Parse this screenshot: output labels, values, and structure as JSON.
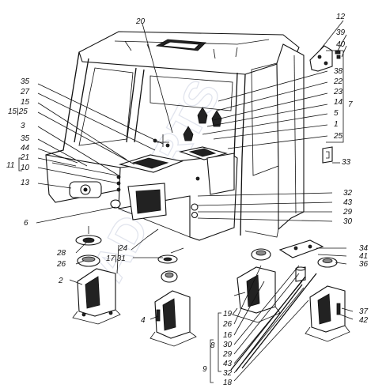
{
  "diagram": {
    "watermark": "ADVERTS",
    "labels": {
      "l20": "20",
      "l12": "12",
      "l39": "39",
      "l40": "40",
      "l38": "38",
      "l22": "22",
      "l23": "23",
      "l14": "14",
      "l7": "7",
      "l5": "5",
      "l1": "1",
      "l25r": "25",
      "l33": "33",
      "l35a": "35",
      "l27": "27",
      "l15": "15",
      "l1525": "15|25",
      "l3": "3",
      "l35b": "35",
      "l44": "44",
      "l21": "21",
      "l11": "11",
      "l10": "10",
      "l13": "13",
      "l6": "6",
      "l32": "32",
      "l43a": "43",
      "l29a": "29",
      "l30a": "30",
      "l28": "28",
      "l26a": "26",
      "l24": "24",
      "l1731": "17|31",
      "l2": "2",
      "l4": "4",
      "l34": "34",
      "l41": "41",
      "l36": "36",
      "l19": "19",
      "l26b": "26",
      "l16": "16",
      "l30b": "30",
      "l29b": "29",
      "l43b": "43",
      "l32b": "32",
      "l18": "18",
      "l8": "8",
      "l9": "9",
      "l37": "37",
      "l42": "42"
    }
  }
}
